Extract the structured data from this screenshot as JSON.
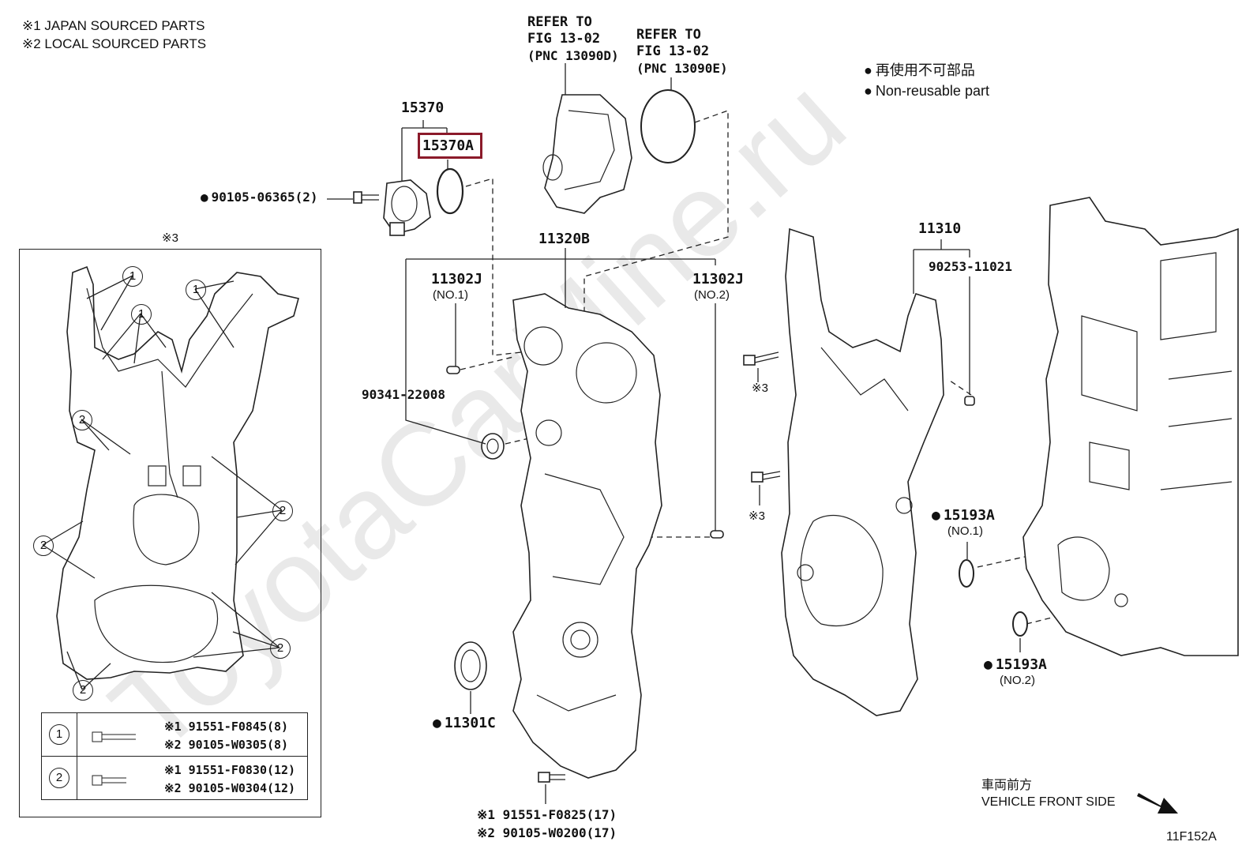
{
  "notes": {
    "japan": "※1 JAPAN SOURCED PARTS",
    "local": "※2 LOCAL SOURCED PARTS"
  },
  "refs": [
    {
      "line1": "REFER TO",
      "line2": "FIG 13-02",
      "line3": "(PNC 13090D)"
    },
    {
      "line1": "REFER TO",
      "line2": "FIG 13-02",
      "line3": "(PNC 13090E)"
    }
  ],
  "nonreusable": {
    "jp": "再使用不可部品",
    "en": "Non-reusable part"
  },
  "parts": {
    "p15370": "15370",
    "p15370A": "15370A",
    "p90105_06365": "90105-06365(2)",
    "p11320B": "11320B",
    "p11302J_1": "11302J",
    "p11302J_1_sub": "(NO.1)",
    "p11302J_2": "11302J",
    "p11302J_2_sub": "(NO.2)",
    "p90341": "90341-22008",
    "p11310": "11310",
    "p90253": "90253-11021",
    "p15193A_1": "15193A",
    "p15193A_1_sub": "(NO.1)",
    "p15193A_2": "15193A",
    "p15193A_2_sub": "(NO.2)",
    "p11301C": "11301C",
    "bolt_n3_a": "※3",
    "bolt_n3_b": "※3",
    "bottom_1": "※1 91551-F0825(17)",
    "bottom_2": "※2 90105-W0200(17)"
  },
  "inset": {
    "title": "※3",
    "callouts": [
      "1",
      "1",
      "1",
      "2",
      "2",
      "2",
      "2",
      "2"
    ],
    "legend": [
      {
        "num": "1",
        "a": "※1 91551-F0845(8)",
        "b": "※2 90105-W0305(8)"
      },
      {
        "num": "2",
        "a": "※1 91551-F0830(12)",
        "b": "※2 90105-W0304(12)"
      }
    ]
  },
  "front": {
    "jp": "車両前方",
    "en": "VEHICLE FRONT SIDE"
  },
  "figure_id": "11F152A",
  "watermark": "ToyotaCarMine.ru"
}
